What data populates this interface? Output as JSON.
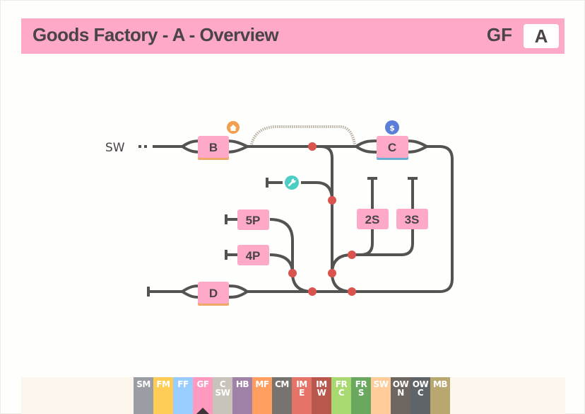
{
  "header": {
    "title": "Goods Factory - A - Overview",
    "code": "GF",
    "variant": "A",
    "color": "#ffa9c8"
  },
  "diagram": {
    "line_color": "#555252",
    "junction_color": "#d9534f",
    "external_label": "SW",
    "stations": [
      {
        "id": "B",
        "label": "B",
        "platform_color": "#f0a868",
        "icon": "house-icon",
        "icon_color": "#f0a050"
      },
      {
        "id": "C",
        "label": "C",
        "platform_color": "#6aaed6",
        "icon": "dollar-icon",
        "icon_color": "#5b7fd6"
      },
      {
        "id": "D",
        "label": "D",
        "platform_color": "#f0a868"
      },
      {
        "id": "5P",
        "label": "5P"
      },
      {
        "id": "4P",
        "label": "4P"
      },
      {
        "id": "2S",
        "label": "2S"
      },
      {
        "id": "3S",
        "label": "3S"
      }
    ],
    "depot": {
      "icon": "wrench-icon",
      "icon_color": "#4ecdc4"
    },
    "station_color": "#ffa9c8"
  },
  "tabs": [
    {
      "l1": "SM",
      "l2": "",
      "color": "#9a9da3"
    },
    {
      "l1": "FM",
      "l2": "",
      "color": "#ffcc55"
    },
    {
      "l1": "FF",
      "l2": "",
      "color": "#99ccff"
    },
    {
      "l1": "GF",
      "l2": "",
      "color": "#ff99c0",
      "active": true
    },
    {
      "l1": "C",
      "l2": "SW",
      "color": "#c8c4bc"
    },
    {
      "l1": "HB",
      "l2": "",
      "color": "#a081a8"
    },
    {
      "l1": "MF",
      "l2": "",
      "color": "#ff9e5e"
    },
    {
      "l1": "CM",
      "l2": "",
      "color": "#77746f"
    },
    {
      "l1": "IM",
      "l2": "E",
      "color": "#e57368"
    },
    {
      "l1": "IM",
      "l2": "W",
      "color": "#b8574c"
    },
    {
      "l1": "FR",
      "l2": "C",
      "color": "#a8d870"
    },
    {
      "l1": "FR",
      "l2": "S",
      "color": "#6aa860"
    },
    {
      "l1": "SW",
      "l2": "",
      "color": "#ffcc9a"
    },
    {
      "l1": "OW",
      "l2": "N",
      "color": "#6e6660"
    },
    {
      "l1": "OW",
      "l2": "C",
      "color": "#5e6468"
    },
    {
      "l1": "MB",
      "l2": "",
      "color": "#b8a870"
    }
  ]
}
